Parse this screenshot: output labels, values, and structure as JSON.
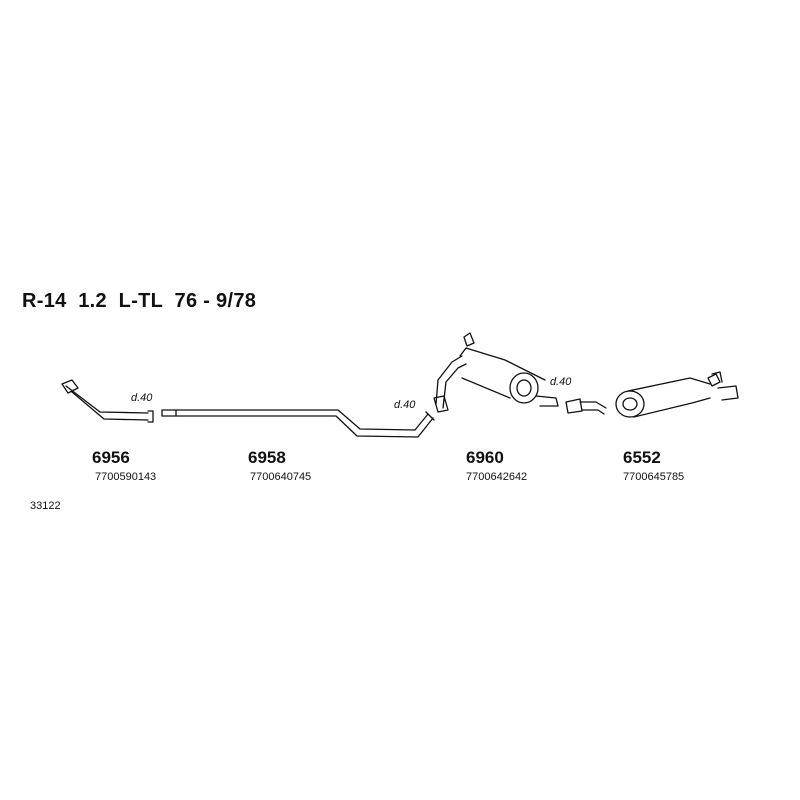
{
  "title": "R-14  1.2  L-TL  76 - 9/78",
  "parts": [
    {
      "number": "6956",
      "ref": "7700590143"
    },
    {
      "number": "6958",
      "ref": "7700640745"
    },
    {
      "number": "6960",
      "ref": "7700642642"
    },
    {
      "number": "6552",
      "ref": "7700645785"
    }
  ],
  "dimension_labels": [
    "d.40",
    "d.40",
    "d.40"
  ],
  "diagram_code": "33122"
}
